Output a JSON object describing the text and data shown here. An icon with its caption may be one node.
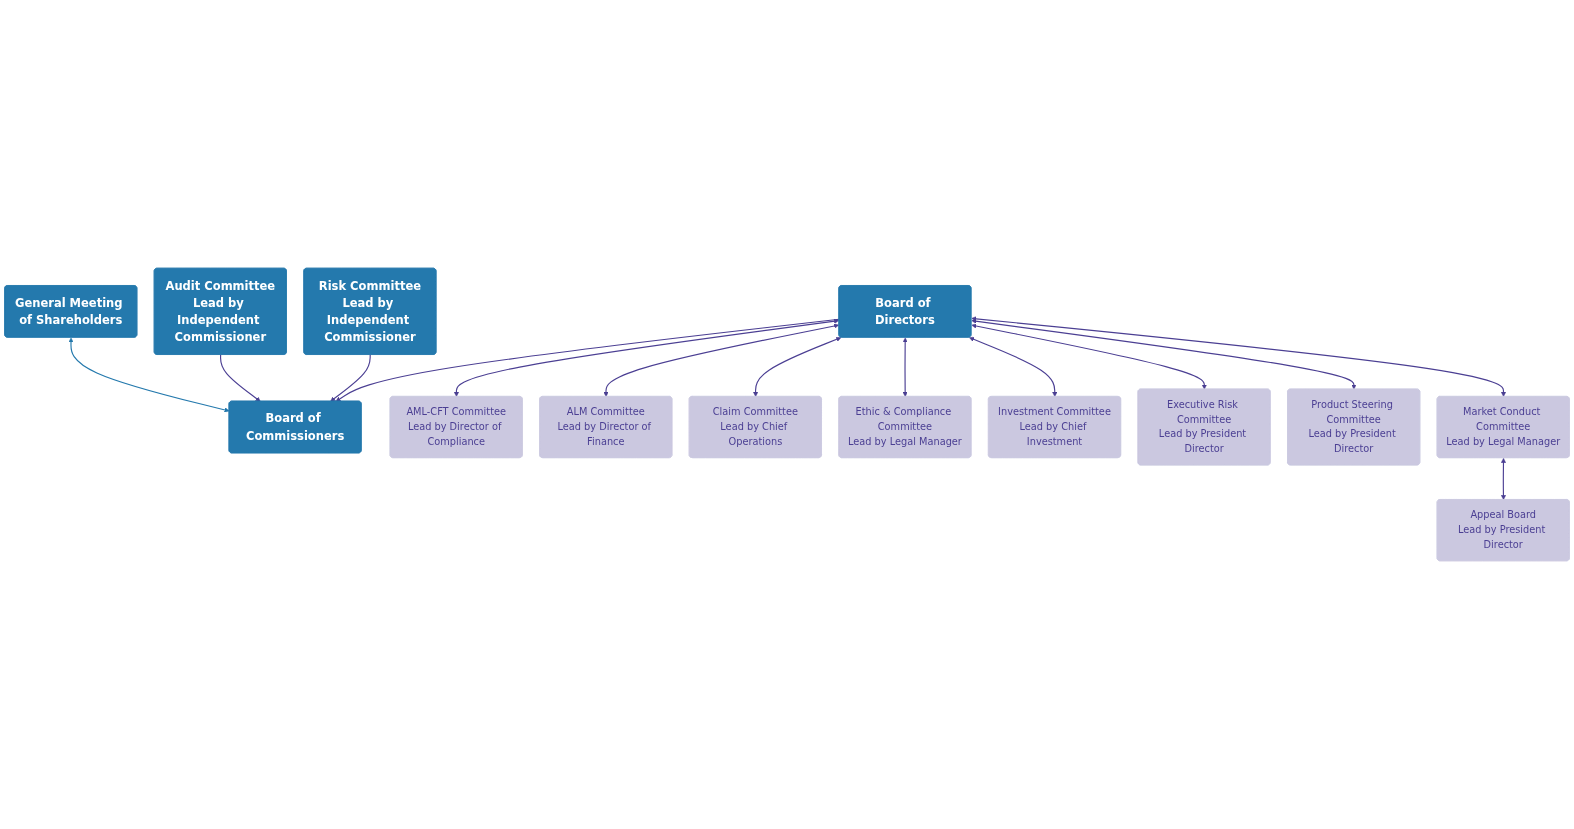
{
  "diagram": {
    "nodes": [
      {
        "text": [
          "General Meeting of Shareholders"
        ]
      },
      {
        "text": [
          "Board of Commissioners"
        ]
      },
      {
        "text": [
          "Audit Committee",
          "Lead by Independent Commissioner"
        ]
      },
      {
        "text": [
          "Board of Directors"
        ]
      },
      {
        "text": [
          "Risk Committee",
          "Lead by Independent Commissioner"
        ]
      },
      {
        "text": [
          "AML-CFT Committee",
          "Lead by Director of Compliance"
        ]
      },
      {
        "text": [
          "Ethic & Compliance Committee",
          "Lead by Legal Manager"
        ]
      },
      {
        "text": [
          "Product Steering Committee",
          "Lead by President Director"
        ]
      },
      {
        "text": [
          "ALM Committee",
          "Lead by Director of Finance"
        ]
      },
      {
        "text": [
          "Investment Committee",
          "Lead by Chief Investment"
        ]
      },
      {
        "text": [
          "Market Conduct Committee",
          "Lead by Legal Manager"
        ]
      },
      {
        "text": [
          "Claim Committee",
          "Lead by Chief Operations"
        ]
      },
      {
        "text": [
          "Executive Risk Committee",
          "Lead by President Director"
        ]
      },
      {
        "text": [
          "Appeal Board",
          "Lead by President Director"
        ]
      }
    ],
    "edges": [
      {
        "from": 0,
        "to": 1,
        "arrow": "both",
        "color": "#2479ad"
      },
      {
        "from": 2,
        "to": 1,
        "arrow": "to"
      },
      {
        "from": 3,
        "to": 1,
        "arrow": "to"
      },
      {
        "from": 4,
        "to": 1,
        "arrow": "to"
      },
      {
        "from": 3,
        "to": 5,
        "arrow": "both"
      },
      {
        "from": 3,
        "to": 8,
        "arrow": "both"
      },
      {
        "from": 3,
        "to": 11,
        "arrow": "both"
      },
      {
        "from": 3,
        "to": 6,
        "arrow": "both"
      },
      {
        "from": 3,
        "to": 9,
        "arrow": "both"
      },
      {
        "from": 3,
        "to": 12,
        "arrow": "both"
      },
      {
        "from": 3,
        "to": 7,
        "arrow": "both"
      },
      {
        "from": 3,
        "to": 10,
        "arrow": "both"
      },
      {
        "from": 10,
        "to": 13,
        "arrow": "both"
      }
    ]
  }
}
